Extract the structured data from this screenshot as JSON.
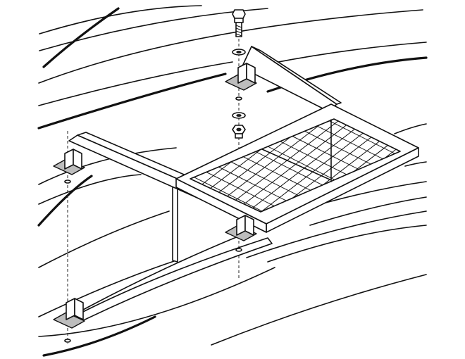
{
  "colors": {
    "line": "#111111",
    "background": "#ffffff",
    "shade": "#bdbdbd"
  },
  "components": [
    "hex-bolt",
    "washer",
    "hex-nut",
    "support-bracket",
    "crossbar-beam",
    "diagonal-brace",
    "vertical-post",
    "mesh-grate-platform",
    "curved-roof-panels"
  ]
}
